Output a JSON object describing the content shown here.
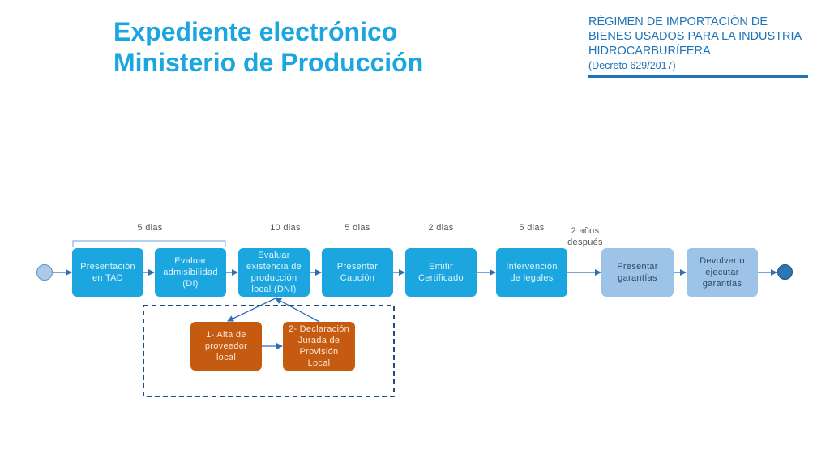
{
  "title": {
    "line1": "Expediente electrónico",
    "line2": "Ministerio de Producción"
  },
  "regimen": {
    "lines": [
      "RÉGIMEN DE IMPORTACIÓN DE",
      "BIENES USADOS PARA LA INDUSTRIA",
      "HIDROCARBURÍFERA"
    ],
    "decreto": "(Decreto 629/2017)"
  },
  "durations": [
    "5 dias",
    "10 dias",
    "5 dias",
    "2 dias",
    "5 dias",
    "2 años\ndespués"
  ],
  "steps": [
    "Presentación en TAD",
    "Evaluar admisibilidad (DI)",
    "Evaluar existencia de producción local (DNI)",
    "Presentar Caución",
    "Emitir Certificado",
    "Intervención de legales",
    "Presentar garantías",
    "Devolver o ejecutar garantías"
  ],
  "substeps": [
    "1- Alta de proveedor local",
    "2- Declaración Jurada de Provisión Local"
  ],
  "colors": {
    "title": "#1ba6df",
    "regimen": "#1f73b7",
    "step_blue": "#1ba6df",
    "step_light": "#9dc3e6",
    "substep": "#c55a11",
    "arrow": "#2f6eb5",
    "dashed_box": "#1f4e79"
  }
}
